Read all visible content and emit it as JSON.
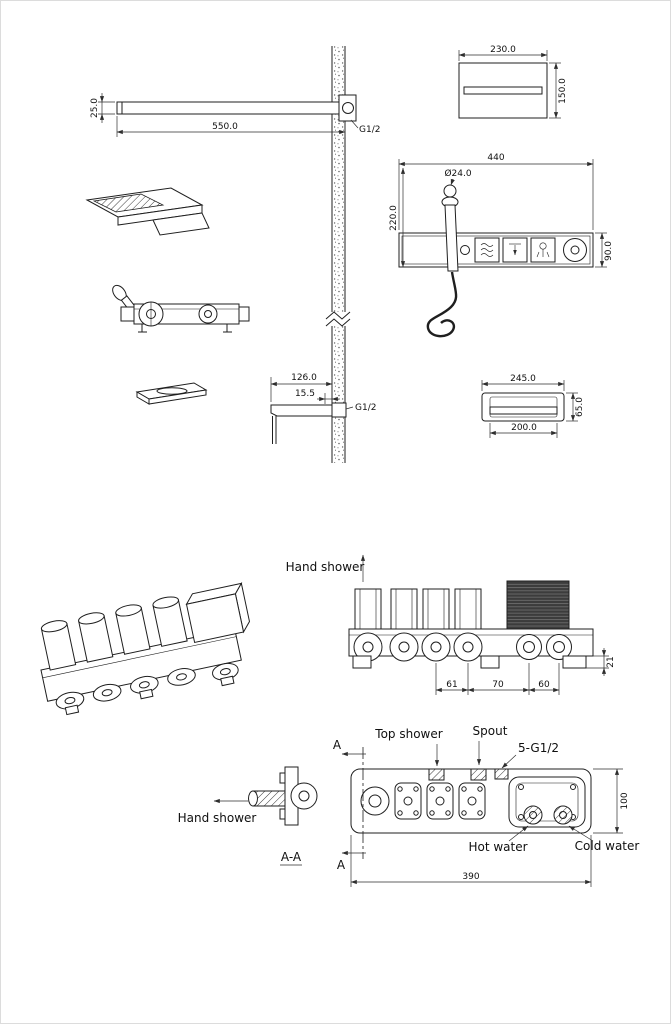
{
  "colors": {
    "line": "#1f1f1f",
    "dimension": "#2e2e2e",
    "background": "#ffffff"
  },
  "top_view": {
    "arm_length": "550.0",
    "arm_height": "25.0",
    "arm_thread": "G1/2",
    "head_width": "230.0",
    "head_depth": "150.0",
    "valve_width": "440",
    "holder_dia": "Ø24.0",
    "valve_height": "220.0",
    "panel_height": "90.0",
    "spout_length": "126.0",
    "spout_step": "15.5",
    "spout_thread": "G1/2",
    "spout_width": "245.0",
    "spout_depth": "65.0",
    "spout_inner_width": "200.0"
  },
  "bottom_view": {
    "hand_shower_top": "Hand shower",
    "pitch_1": "61",
    "pitch_2": "70",
    "pitch_3": "60",
    "flange_height": "21",
    "top_shower": "Top shower",
    "spout": "Spout",
    "thread_note": "5-G1/2",
    "hand_shower_side": "Hand shower",
    "hot_water": "Hot water",
    "cold_water": "Cold water",
    "section_marker": "A",
    "section_name": "A-A",
    "body_width": "390",
    "body_depth": "100"
  }
}
